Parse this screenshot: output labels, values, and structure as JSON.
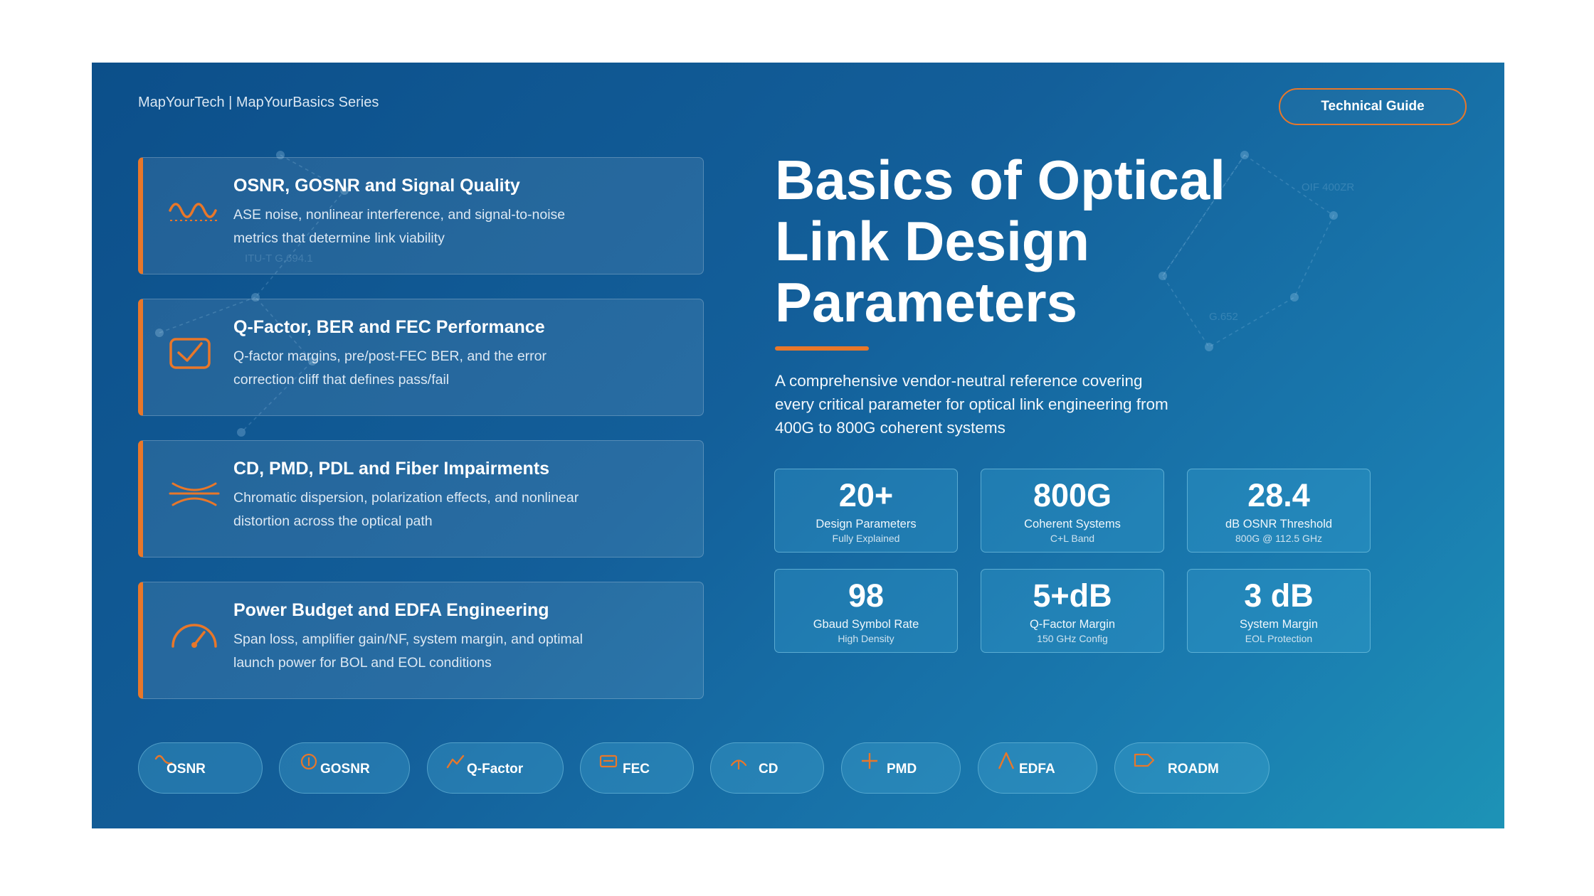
{
  "brand": "MapYourTech | MapYourBasics Series",
  "header_button": "Technical Guide",
  "title": "Basics of Optical Link Design Parameters",
  "subtitle": "A comprehensive vendor-neutral reference covering every critical parameter for optical link engineering from 400G to 800G coherent systems",
  "background_labels": [
    "ITU-T G.694.1",
    "OIF 400ZR",
    "G.652"
  ],
  "colors": {
    "accent": "#e8772a",
    "background": "#135f9a"
  },
  "topics": [
    {
      "icon": "wave-icon",
      "title": "OSNR, GOSNR and Signal Quality",
      "desc": "ASE noise, nonlinear interference, and signal-to-noise metrics that determine link viability"
    },
    {
      "icon": "checkbox-icon",
      "title": "Q-Factor, BER and FEC Performance",
      "desc": "Q-factor margins, pre/post-FEC BER, and the error correction cliff that defines pass/fail"
    },
    {
      "icon": "dispersion-icon",
      "title": "CD, PMD, PDL and Fiber Impairments",
      "desc": "Chromatic dispersion, polarization effects, and nonlinear distortion across the optical path"
    },
    {
      "icon": "gauge-icon",
      "title": "Power Budget and EDFA Engineering",
      "desc": "Span loss, amplifier gain/NF, system margin, and optimal launch power for BOL and EOL conditions"
    }
  ],
  "stats": [
    {
      "value": "20+",
      "label": "Design Parameters",
      "sub": "Fully Explained"
    },
    {
      "value": "800G",
      "label": "Coherent Systems",
      "sub": "C+L Band"
    },
    {
      "value": "28.4",
      "label": "dB OSNR Threshold",
      "sub": "800G @ 112.5 GHz"
    },
    {
      "value": "98",
      "label": "Gbaud Symbol Rate",
      "sub": "High Density"
    },
    {
      "value": "5+dB",
      "label": "Q-Factor Margin",
      "sub": "150 GHz Config"
    },
    {
      "value": "3 dB",
      "label": "System Margin",
      "sub": "EOL Protection"
    }
  ],
  "tags": [
    {
      "label": "OSNR",
      "icon": "wave-icon"
    },
    {
      "label": "GOSNR",
      "icon": "info-icon"
    },
    {
      "label": "Q-Factor",
      "icon": "chart-line-icon"
    },
    {
      "label": "FEC",
      "icon": "box-icon"
    },
    {
      "label": "CD",
      "icon": "arrow-up-icon"
    },
    {
      "label": "PMD",
      "icon": "plus-icon"
    },
    {
      "label": "EDFA",
      "icon": "amplifier-icon"
    },
    {
      "label": "ROADM",
      "icon": "node-icon"
    }
  ]
}
